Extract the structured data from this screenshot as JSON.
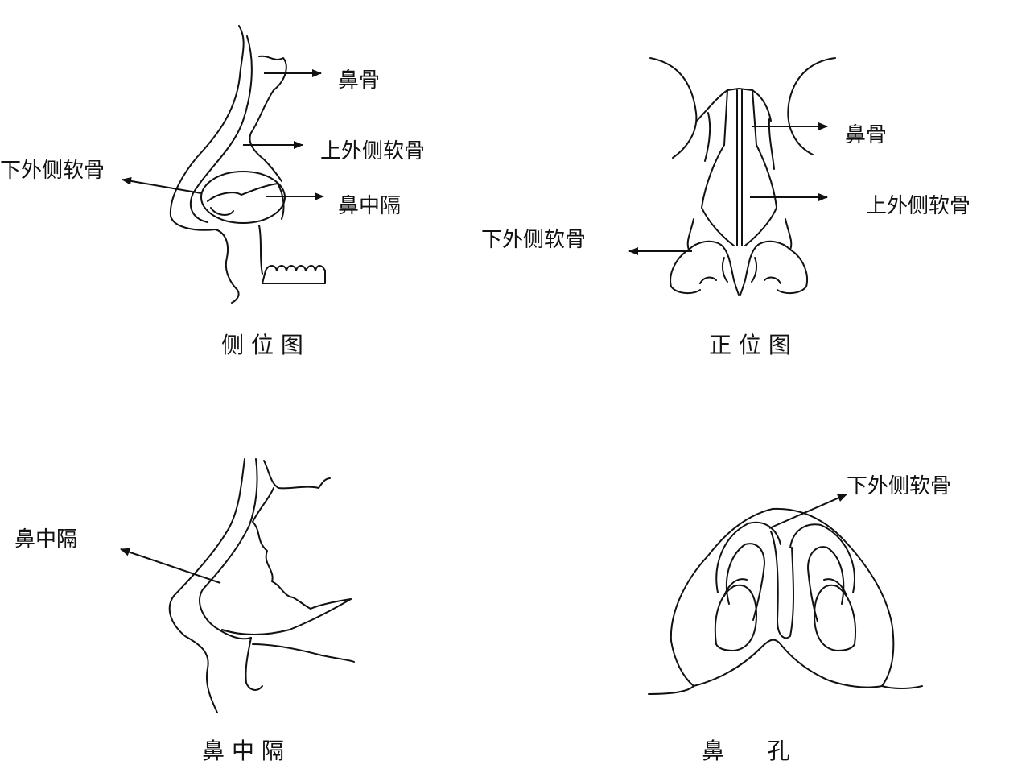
{
  "panels": {
    "lateral": {
      "caption": "侧 位 图",
      "labels": {
        "nasal_bone": "鼻骨",
        "upper_lateral_cartilage": "上外侧软骨",
        "lower_lateral_cartilage": "下外侧软骨",
        "septum": "鼻中隔"
      }
    },
    "frontal": {
      "caption": "正 位 图",
      "labels": {
        "nasal_bone": "鼻骨",
        "upper_lateral_cartilage": "上外侧软骨",
        "lower_lateral_cartilage": "下外侧软骨"
      }
    },
    "septum": {
      "caption": "鼻 中 隔",
      "labels": {
        "septum": "鼻中隔"
      }
    },
    "nostril": {
      "caption": "鼻      孔",
      "labels": {
        "lower_lateral_cartilage": "下外侧软骨"
      }
    }
  }
}
